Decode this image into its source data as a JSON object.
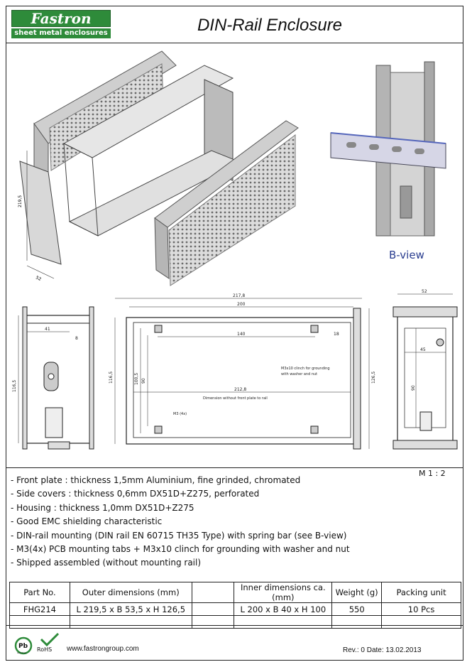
{
  "header": {
    "logo_brand": "Fastron",
    "logo_tagline": "sheet metal enclosures",
    "title": "DIN-Rail Enclosure"
  },
  "drawing": {
    "bview_label": "B-view",
    "scale": "M 1 : 2",
    "side_view": {
      "dim_41": "41",
      "dim_8": "8",
      "dim_1165": "116,5"
    },
    "front_view": {
      "dim_2178": "217,8",
      "dim_200": "200",
      "dim_140": "140",
      "dim_18": "18",
      "dim_1005": "100,5",
      "dim_90": "90",
      "dim_2128": "212,8",
      "dim_1265": "126,5",
      "note_clinch_1": "M3x10 clinch for grounding",
      "note_clinch_2": "with washer and nut",
      "note_dimension": "Dimension without front plate to rail",
      "note_m3": "M3 (4x)"
    },
    "end_view": {
      "dim_52": "52",
      "dim_45": "45",
      "dim_90": "90"
    },
    "iso_view": {
      "dim_2195": "219,5",
      "dim_52": "52"
    }
  },
  "features": [
    "Front plate : thickness 1,5mm Aluminium, fine grinded, chromated",
    "Side covers : thickness 0,6mm DX51D+Z275, perforated",
    "Housing : thickness 1,0mm DX51D+Z275",
    "Good EMC shielding characteristic",
    "DIN-rail mounting (DIN rail EN 60715 TH35 Type) with spring bar (see B-view)",
    "M3(4x) PCB mounting tabs + M3x10 clinch for grounding with washer and nut",
    "Shipped assembled (without mounting rail)"
  ],
  "table": {
    "headers": [
      "Part No.",
      "Outer dimensions (mm)",
      "",
      "Inner dimensions ca. (mm)",
      "Weight (g)",
      "Packing unit"
    ],
    "rows": [
      [
        "FHG214",
        "L 219,5 x B 53,5 x H 126,5",
        "",
        "L 200 x B 40 x H 100",
        "550",
        "10 Pcs"
      ]
    ]
  },
  "footer": {
    "pb_label": "Pb",
    "pb_sub": "lead free",
    "rohs_label": "RoHS",
    "url": "www.fastrongroup.com",
    "revision": "Rev.: 0   Date:  13.02.2013"
  },
  "colors": {
    "brand_green": "#2e8b3a",
    "bview_blue": "#2a3d8f"
  }
}
